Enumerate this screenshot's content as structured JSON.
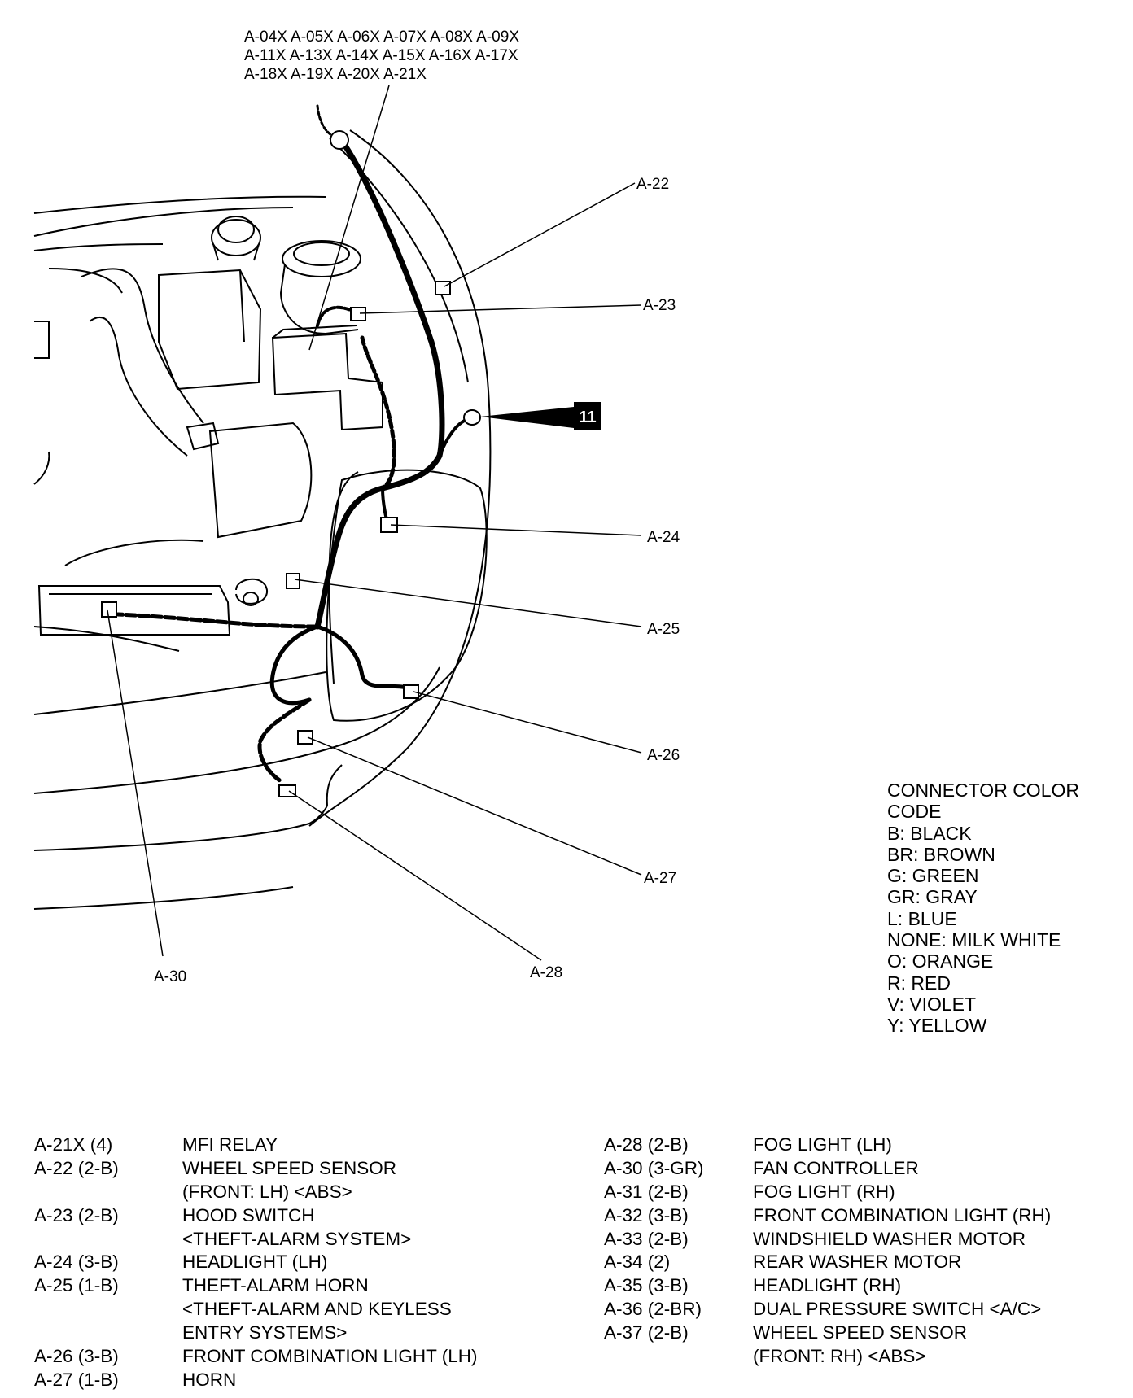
{
  "top_connectors": [
    "A-04X A-05X A-06X A-07X A-08X A-09X",
    "A-11X A-13X A-14X A-15X A-16X A-17X",
    "A-18X A-19X A-20X A-21X"
  ],
  "callouts": {
    "a22": "A-22",
    "a23": "A-23",
    "a24": "A-24",
    "a25": "A-25",
    "a26": "A-26",
    "a27": "A-27",
    "a28": "A-28",
    "a30": "A-30"
  },
  "badge": "11",
  "color_legend": [
    "CONNECTOR COLOR",
    "CODE",
    "B: BLACK",
    "BR: BROWN",
    "G: GREEN",
    "GR: GRAY",
    "L: BLUE",
    "NONE: MILK WHITE",
    "O: ORANGE",
    "R: RED",
    "V: VIOLET",
    "Y: YELLOW"
  ],
  "connector_table_left": [
    {
      "code": "A-21X (4)",
      "desc": "MFI RELAY"
    },
    {
      "code": "A-22 (2-B)",
      "desc": "WHEEL SPEED SENSOR"
    },
    {
      "code": "",
      "desc": "(FRONT: LH) <ABS>"
    },
    {
      "code": "A-23 (2-B)",
      "desc": "HOOD SWITCH"
    },
    {
      "code": "",
      "desc": "<THEFT-ALARM SYSTEM>"
    },
    {
      "code": "A-24 (3-B)",
      "desc": "HEADLIGHT (LH)"
    },
    {
      "code": "A-25 (1-B)",
      "desc": "THEFT-ALARM HORN"
    },
    {
      "code": "",
      "desc": "<THEFT-ALARM AND KEYLESS"
    },
    {
      "code": "",
      "desc": "ENTRY SYSTEMS>"
    },
    {
      "code": "A-26 (3-B)",
      "desc": "FRONT COMBINATION LIGHT (LH)"
    },
    {
      "code": "A-27 (1-B)",
      "desc": "HORN"
    }
  ],
  "connector_table_right": [
    {
      "code": "A-28 (2-B)",
      "desc": "FOG LIGHT (LH)"
    },
    {
      "code": "A-30 (3-GR)",
      "desc": "FAN CONTROLLER"
    },
    {
      "code": "A-31 (2-B)",
      "desc": "FOG LIGHT (RH)"
    },
    {
      "code": "A-32 (3-B)",
      "desc": "FRONT COMBINATION LIGHT (RH)"
    },
    {
      "code": "A-33 (2-B)",
      "desc": "WINDSHIELD WASHER MOTOR"
    },
    {
      "code": "A-34 (2)",
      "desc": "REAR WASHER MOTOR"
    },
    {
      "code": "A-35 (3-B)",
      "desc": "HEADLIGHT (RH)"
    },
    {
      "code": "A-36 (2-BR)",
      "desc": "DUAL PRESSURE SWITCH <A/C>"
    },
    {
      "code": "A-37 (2-B)",
      "desc": "WHEEL SPEED SENSOR"
    },
    {
      "code": "",
      "desc": "(FRONT: RH) <ABS>"
    }
  ]
}
